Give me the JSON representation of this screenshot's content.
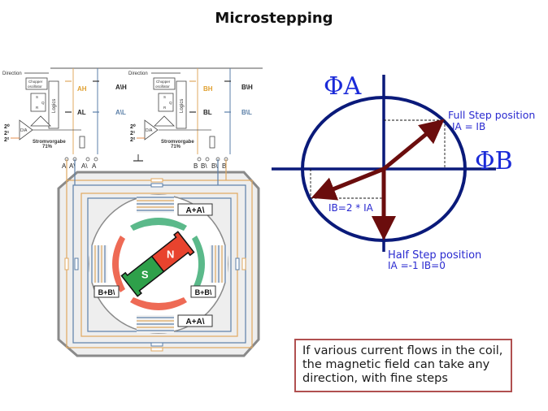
{
  "slide": {
    "title": "Microstepping"
  },
  "circuit": {
    "direction_label": "Direction",
    "chopper_label_1": "Chopper",
    "chopper_label_2": "oscillator",
    "logic_label": "Logics",
    "dac_label": "D/A",
    "bits": [
      "2⁰",
      "2¹",
      "2²"
    ],
    "current_setting_label": "Stromvorgabe",
    "current_setting_value": "71%",
    "flipflop_s": "S",
    "flipflop_r": "R",
    "flipflop_q": "Q",
    "phase_a": {
      "high": "AH",
      "low": "AL",
      "high_inv": "A\\H",
      "low_inv": "A\\L",
      "terminals": [
        "A",
        "A\\",
        "A\\",
        "A"
      ]
    },
    "phase_b": {
      "high": "BH",
      "low": "BL",
      "high_inv": "B\\H",
      "low_inv": "B\\L",
      "terminals": [
        "B",
        "B\\",
        "B\\",
        "B"
      ]
    }
  },
  "motor": {
    "coil_labels": {
      "top": "A+A\\",
      "bottom": "A+A\\",
      "left": "B+B\\",
      "right": "B+B\\"
    },
    "rotor_north": "N",
    "rotor_south": "S",
    "colors": {
      "north": "#e8432e",
      "south": "#2ea04a",
      "pole_green": "#5bb98a",
      "pole_red": "#ee6a55",
      "wire_orange": "#e0a860",
      "wire_blue": "#5b7fa8"
    }
  },
  "vector_diagram": {
    "axis_a_label": "ΦA",
    "axis_b_label": "ΦB",
    "full_step_label": "Full Step position",
    "full_step_eq": "IA = IB",
    "intermediate_eq": "IB=2 * IA",
    "half_step_label": "Half Step position",
    "half_step_eq": "IA =-1 IB=0",
    "colors": {
      "axis": "#0a1a7a",
      "vector": "#6b0d0d",
      "text": "#2a2ad0"
    }
  },
  "callout": {
    "text": "If various current flows in the coil, the magnetic field can take any direction, with fine steps",
    "border_color": "#b05050"
  }
}
